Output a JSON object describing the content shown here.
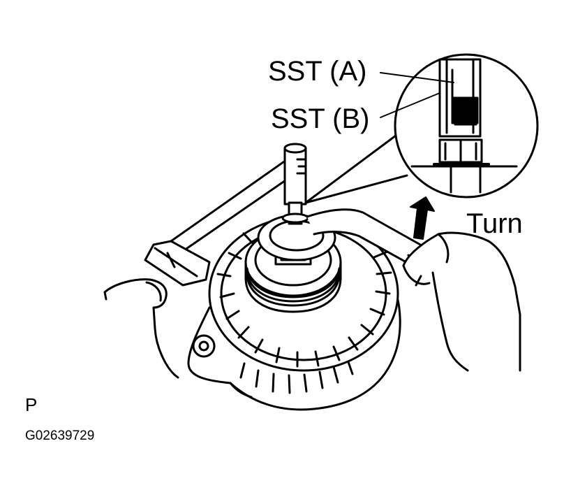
{
  "labels": {
    "sst_a": "SST (A)",
    "sst_b": "SST (B)",
    "turn": "Turn",
    "corner_letter": "P",
    "figure_code": "G02639729"
  },
  "colors": {
    "ink": "#000000",
    "paper": "#ffffff"
  },
  "icons": {
    "arrow": "up-arrow-icon"
  }
}
